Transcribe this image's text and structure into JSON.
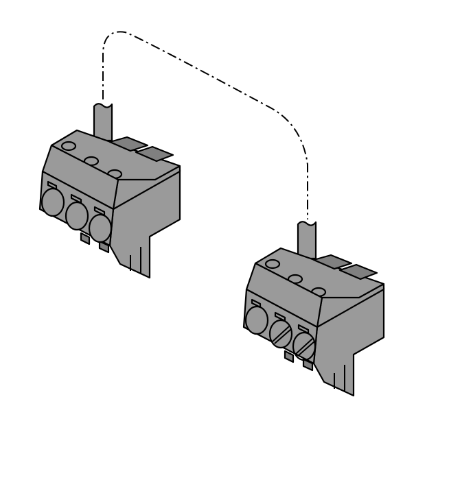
{
  "colors": {
    "body": "#9a9a9a",
    "dark": "#7d7d7d",
    "line": "#000000",
    "background": "#ffffff"
  },
  "connectors": [
    {
      "name": "left-terminal-block",
      "positions": 3,
      "screws_visible": false
    },
    {
      "name": "right-terminal-block",
      "positions": 3,
      "screws_visible": true
    }
  ],
  "cable": {
    "style": "dash-dot"
  }
}
